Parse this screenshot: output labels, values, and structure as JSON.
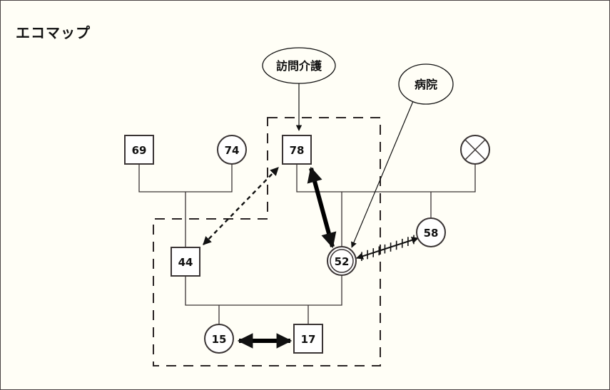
{
  "title": "エコマップ",
  "resources": [
    {
      "id": "visiting-nursing",
      "label": "訪問介護"
    },
    {
      "id": "hospital",
      "label": "病院"
    }
  ],
  "persons": [
    {
      "id": "p69",
      "label": "69",
      "sex": "male"
    },
    {
      "id": "p74",
      "label": "74",
      "sex": "female"
    },
    {
      "id": "p78",
      "label": "78",
      "sex": "male"
    },
    {
      "id": "deceased",
      "label": "",
      "sex": "female",
      "deceased": true
    },
    {
      "id": "p44",
      "label": "44",
      "sex": "male"
    },
    {
      "id": "p52",
      "label": "52",
      "sex": "female",
      "identified_patient": true
    },
    {
      "id": "p58",
      "label": "58",
      "sex": "female"
    },
    {
      "id": "p15",
      "label": "15",
      "sex": "female"
    },
    {
      "id": "p17",
      "label": "17",
      "sex": "male"
    }
  ],
  "relationships": [
    {
      "from": "visiting-nursing",
      "to": "p78",
      "type": "support",
      "direction": "to"
    },
    {
      "from": "hospital",
      "to": "p52",
      "type": "support",
      "direction": "to"
    },
    {
      "from": "p44",
      "to": "p78",
      "type": "weak",
      "direction": "both"
    },
    {
      "from": "p78",
      "to": "p52",
      "type": "strong",
      "direction": "both"
    },
    {
      "from": "p52",
      "to": "p58",
      "type": "conflict",
      "direction": "both"
    },
    {
      "from": "p15",
      "to": "p17",
      "type": "strong",
      "direction": "both"
    }
  ],
  "household_boundary": "dashed",
  "colors": {
    "background": "#fffef6",
    "line": "#111111",
    "node_fill": "#ffffff"
  }
}
